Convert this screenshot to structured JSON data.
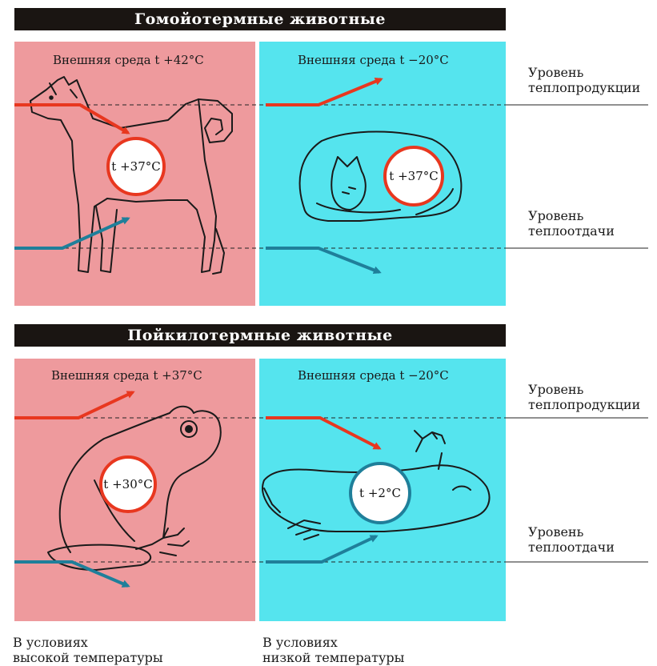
{
  "sections": [
    {
      "title": "Гомойотермные животные",
      "left_env": "Внешняя среда  t +42°С",
      "right_env": "Внешняя среда  t −20°С",
      "left_body_temp": "t +37°С",
      "right_body_temp": "t +37°С"
    },
    {
      "title": "Пойкилотермные животные",
      "left_env": "Внешняя среда  t +37°С",
      "right_env": "Внешняя среда  t −20°С",
      "left_body_temp": "t +30°С",
      "right_body_temp": "t +2°С"
    }
  ],
  "levels": {
    "production": [
      "Уровень",
      "теплопродукции"
    ],
    "loss": [
      "Уровень",
      "теплоотдачи"
    ]
  },
  "captions": {
    "left": [
      "В условиях",
      "высокой температуры"
    ],
    "right": [
      "В условиях",
      "низкой температуры"
    ]
  },
  "colors": {
    "warm_panel": "#ee9a9d",
    "cold_panel": "#55e4ee",
    "production_arrow": "#e8371f",
    "loss_arrow": "#1f7f9a",
    "warm_ring": "#e8371f",
    "cold_ring": "#1f7f9a",
    "banner": "#1a1512"
  }
}
